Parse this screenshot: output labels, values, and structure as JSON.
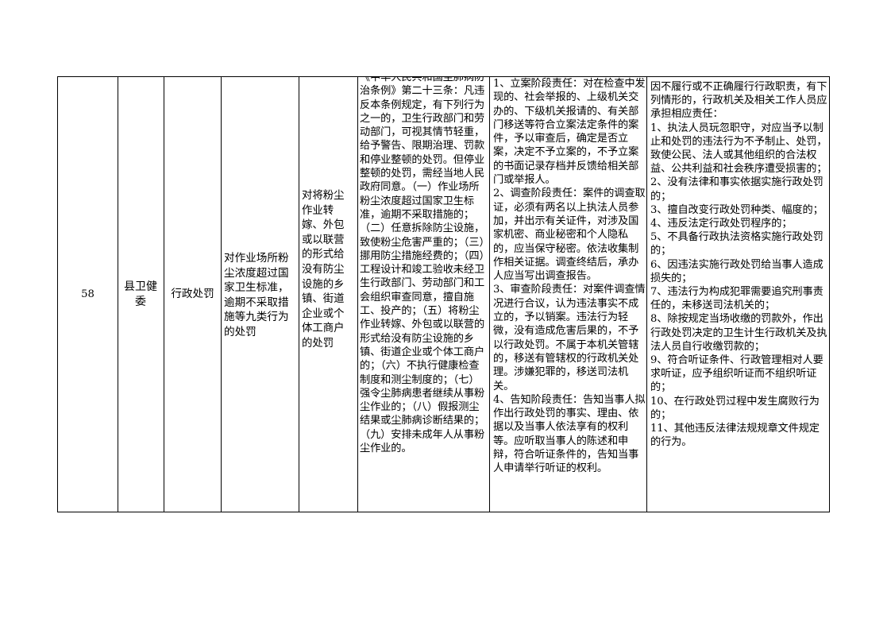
{
  "row": {
    "index": "58",
    "department": "县卫健委",
    "power_type": "行政处罚",
    "item_name": "对作业场所粉尘浓度超过国家卫生标准，逾期不采取措施等九类行为的处罚",
    "sub_item": "对将粉尘作业转嫁、外包或以联营的形式给没有防尘设施的乡镇、街道企业或个体工商户的处罚",
    "legal_basis": "《中华人民共和国尘肺病防治条例》第二十三条：凡违反本条例规定，有下列行为之一的，卫生行政部门和劳动部门，可视其情节轻重，给予警告、限期治理、罚款和停业整顿的处罚。但停业整顿的处罚，需经当地人民政府同意。（一）作业场所粉尘浓度超过国家卫生标准，逾期不采取措施的；（二）任意拆除防尘设施，致使粉尘危害严重的；（三）挪用防尘措施经费的；（四）工程设计和竣工验收未经卫生行政部门、劳动部门和工会组织审查同意，擅自施工、投产的；（五）将粉尘作业转嫁、外包或以联营的形式给没有防尘设施的乡镇、街道企业或个体工商户的；（六）不执行健康检查制度和测尘制度的；（七）强令尘肺病患者继续从事粉尘作业的；（八）假报测尘结果或尘肺病诊断结果的；（九）安排未成年人从事粉尘作业的。",
    "responsibility": "1、立案阶段责任：对在检查中发现的、社会举报的、上级机关交办的、下级机关报请的、有关部门移送等符合立案法定条件的案件，予以审查后，确定是否立案，决定不予立案的，不予立案的书面记录存档并反馈给相关部门或举报人。\n2、调查阶段责任：案件的调查取证，必须有两名以上执法人员参加，并出示有关证件，对涉及国家机密、商业秘密和个人隐私的，应当保守秘密。依法收集制作相关证据。调查终结后，承办人应当写出调查报告。\n3、审查阶段责任：对案件调查情况进行合议，认为违法事实不成立的，予以销案。违法行为轻微，没有造成危害后果的，不予以行政处罚。不属于本机关管辖的，移送有管辖权的行政机关处理。涉嫌犯罪的，移送司法机关。\n4、告知阶段责任：告知当事人拟作出行政处罚的事实、理由、依据以及当事人依法享有的权利等。应听取当事人的陈述和申辩，符合听证条件的，告知当事人申请举行听证的权利。",
    "accountability": "因不履行或不正确履行行政职责，有下列情形的，行政机关及相关工作人员应承担相应责任：\n1、执法人员玩忽职守，对应当予以制止和处罚的违法行为不予制止、处罚，致使公民、法人或其他组织的合法权益、公共利益和社会秩序遭受损害的；\n2、没有法律和事实依据实施行政处罚的；\n3、擅自改变行政处罚种类、幅度的；\n4、违反法定行政处罚程序的；\n5、不具备行政执法资格实施行政处罚的；\n6、因违法实施行政处罚给当事人造成损失的；\n7、违法行为构成犯罪需要追究刑事责任的，未移送司法机关的；\n8、除按规定当场收缴的罚款外，作出行政处罚决定的卫生计生行政机关及执法人员自行收缴罚款的；\n9、符合听证条件、行政管理相对人要求听证，应予组织听证而不组织听证的；\n10、在行政处罚过程中发生腐败行为的；\n11、其他违反法律法规规章文件规定的行为。"
  }
}
